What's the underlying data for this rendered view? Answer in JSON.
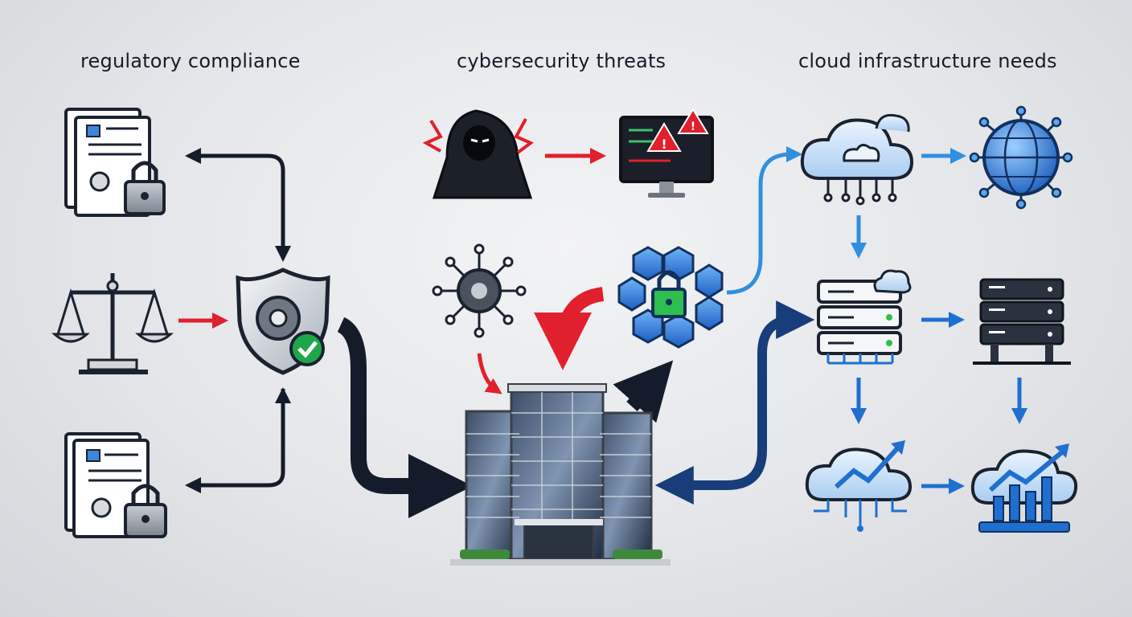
{
  "headings": {
    "regulatory": "regulatory compliance",
    "cyber": "cybersecurity threats",
    "cloud": "cloud infrastructure needs"
  },
  "colors": {
    "navy": "#141c2b",
    "red": "#e0202c",
    "light_blue": "#2f8fe0",
    "dark_blue": "#173d7a",
    "cloud_fill": "#cfe4f8",
    "green_check": "#1fa64a"
  },
  "icons": [
    "compliance-document-lock-icon",
    "scales-of-justice-icon",
    "compliance-shield-gear-check-icon",
    "archived-documents-lock-icon",
    "hooded-hacker-icon",
    "monitor-alert-icon",
    "virus-network-icon",
    "hexagon-shield-lock-icon",
    "office-building-icon",
    "cloud-network-icon",
    "globe-network-icon",
    "server-rack-cloud-icon",
    "server-stack-icon",
    "cloud-growth-icon",
    "analytics-growth-icon"
  ]
}
